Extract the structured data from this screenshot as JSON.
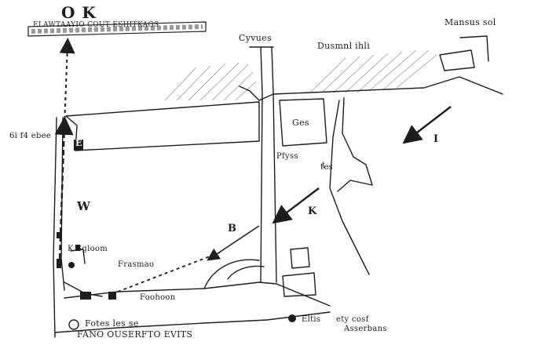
{
  "map": {
    "header_code": "O K",
    "header_strip_text": "ELAWTAAYIO COUT ESHITKAGS",
    "labels": {
      "top_center": "Cyvues",
      "top_right_mid": "Dusmnl ihli",
      "top_right_corner": "Mansus sol",
      "left_margin": "6i f4 ebee",
      "block_center": "Ges",
      "block_label_left": "Pfyss",
      "block_label_small": "tes",
      "marker_e": "E",
      "marker_w": "W",
      "marker_b": "B",
      "marker_k": "K",
      "left_small_a": "K Sgloom",
      "left_small_b": "Frasmao",
      "bottom_road_text": "Foohoon",
      "legend_line1": "Fotes les se",
      "legend_line2": "FANO OUSERFTO EVITS",
      "bottom_right_line1": "ety cosf",
      "bottom_right_line2": "Asserbans",
      "bottom_mid_label": "Eltis",
      "right_marker": "I",
      "mid_marker": "t"
    },
    "colors": {
      "ink": "#1d1d1d",
      "paper": "#ffffff",
      "hatch": "#9a9a9a"
    }
  }
}
